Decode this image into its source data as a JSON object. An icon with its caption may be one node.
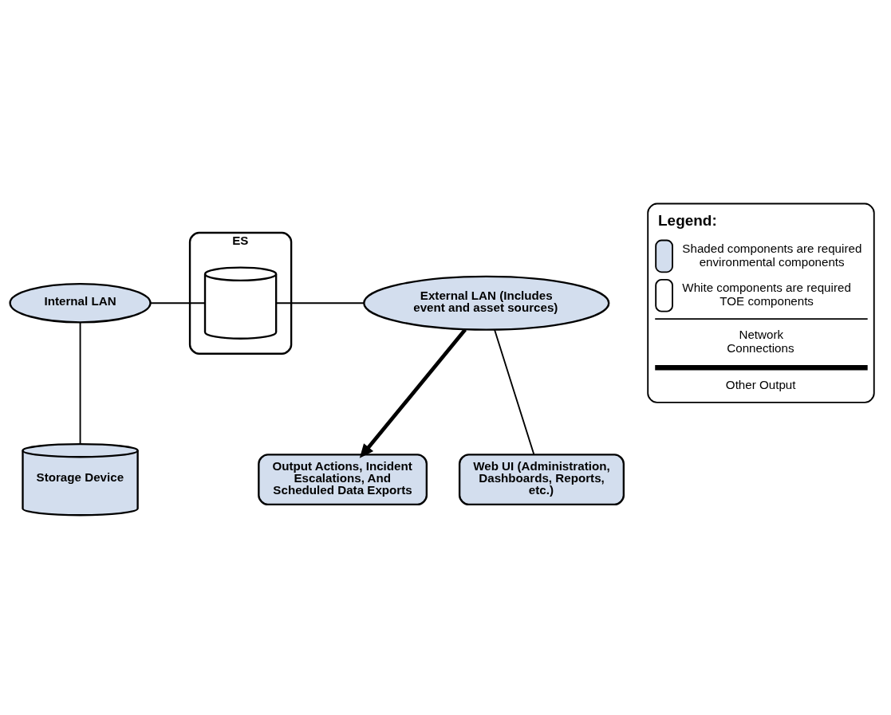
{
  "diagram": {
    "nodes": [
      {
        "text": [
          "Internal LAN"
        ]
      },
      {
        "text": [
          "ES"
        ]
      },
      {
        "text": [],
        "shape": "cylinder",
        "in": 1
      },
      {
        "text": [
          "External LAN (Includes event and asset sources)"
        ]
      },
      {
        "text": [
          "Storage Device"
        ]
      },
      {
        "text": [
          "Output Actions, Incident Escalations, And Scheduled Data Exports"
        ]
      },
      {
        "text": [
          "Web UI (Administration, Dashboards, Reports, etc.)"
        ]
      }
    ],
    "edges": [
      {
        "from": 0,
        "to": 2,
        "arrow": "none"
      },
      {
        "from": 2,
        "to": 3,
        "arrow": "none"
      },
      {
        "from": 0,
        "to": 4,
        "arrow": "none"
      },
      {
        "from": 3,
        "to": 5,
        "arrow": "to",
        "style": "thick"
      },
      {
        "from": 3,
        "to": 6,
        "arrow": "none"
      }
    ],
    "labels": [
      "Legend:"
    ],
    "legend": [
      {
        "text": "Shaded components are required environmental components",
        "color": "#d3deee"
      },
      {
        "text": "White components are required TOE components",
        "color": "#ffffff"
      },
      {
        "text": "Network Connections"
      },
      {
        "text": "Other Output"
      }
    ]
  }
}
